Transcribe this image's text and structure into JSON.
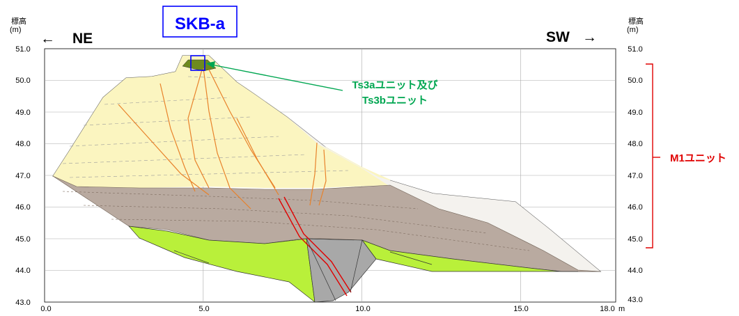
{
  "axes": {
    "y_label_left": "標高",
    "y_unit_left": "(m)",
    "y_label_right": "標高",
    "y_unit_right": "(m)",
    "x_unit": "m",
    "y_ticks_left": [
      "51.0",
      "50.0",
      "49.0",
      "48.0",
      "47.0",
      "46.0",
      "45.0",
      "44.0",
      "43.0"
    ],
    "y_ticks_right": [
      "51.0",
      "50.0",
      "49.0",
      "48.0",
      "47.0",
      "46.0",
      "45.0",
      "44.0",
      "43.0"
    ],
    "x_ticks": [
      "0.0",
      "5.0",
      "10.0",
      "15.0",
      "18.0"
    ],
    "x_range": [
      0,
      18
    ],
    "y_range": [
      43,
      51
    ],
    "grid": true
  },
  "direction": {
    "left_arrow": "←",
    "left_label": "NE",
    "right_label": "SW",
    "right_arrow": "→"
  },
  "sample_label": "SKB-a",
  "callouts": {
    "ts3_line1": "Ts3aユニット及び",
    "ts3_line2": "Ts3bユニット",
    "m1": "M1ユニット"
  },
  "colors": {
    "sample_label": "#0000ff",
    "callout_green": "#00a651",
    "callout_red": "#e00000",
    "upper_fill": "#fbf5c0",
    "green_unit": "#b9f03a",
    "gravel": "#b9aaa0",
    "fault_gray": "#a8a8a8",
    "fracture": "#e8822a"
  }
}
